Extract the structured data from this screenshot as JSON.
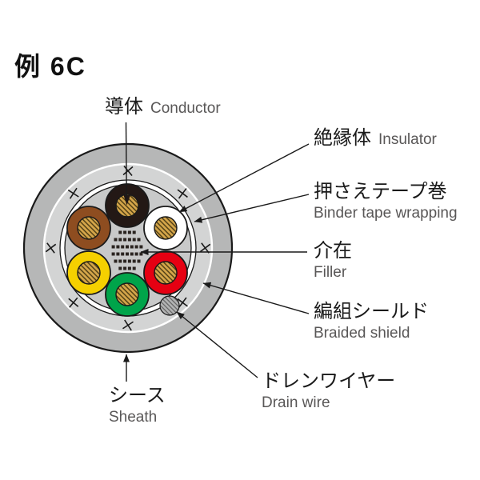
{
  "title": "例 6C",
  "diagram": {
    "labels": {
      "conductor": {
        "jp": "導体",
        "en": "Conductor"
      },
      "insulator": {
        "jp": "絶縁体",
        "en": "Insulator"
      },
      "binder_tape": {
        "jp": "押さえテープ巻",
        "en": "Binder tape wrapping"
      },
      "filler": {
        "jp": "介在",
        "en": "Filler"
      },
      "braided_shield": {
        "jp": "編組シールド",
        "en": "Braided shield"
      },
      "drain_wire": {
        "jp": "ドレンワイヤー",
        "en": "Drain wire"
      },
      "sheath": {
        "jp": "シース",
        "en": "Sheath"
      }
    },
    "colors": {
      "sheath": "#b6b7b7",
      "shield": "#d3d4d4",
      "core": "#c8c9c9",
      "binder_tape": "#ffffff",
      "outline": "#1a1a1a",
      "copper": "#d5a64a",
      "copper_hatch": "#4a3a12",
      "wire_black": "#231815",
      "wire_white": "#ffffff",
      "wire_brown": "#8e4d20",
      "wire_red": "#e60012",
      "wire_yellow": "#f5d000",
      "wire_green": "#00a44a",
      "drain_fill": "#b3b4b4",
      "drain_hatch": "#606060",
      "filler_dot": "#2a2420",
      "text_jp": "#1a1a1a",
      "text_en": "#595757"
    },
    "wire_arrangement": [
      "black (top)",
      "white",
      "red",
      "green (bottom)",
      "yellow",
      "brown"
    ],
    "core_count": 6
  }
}
